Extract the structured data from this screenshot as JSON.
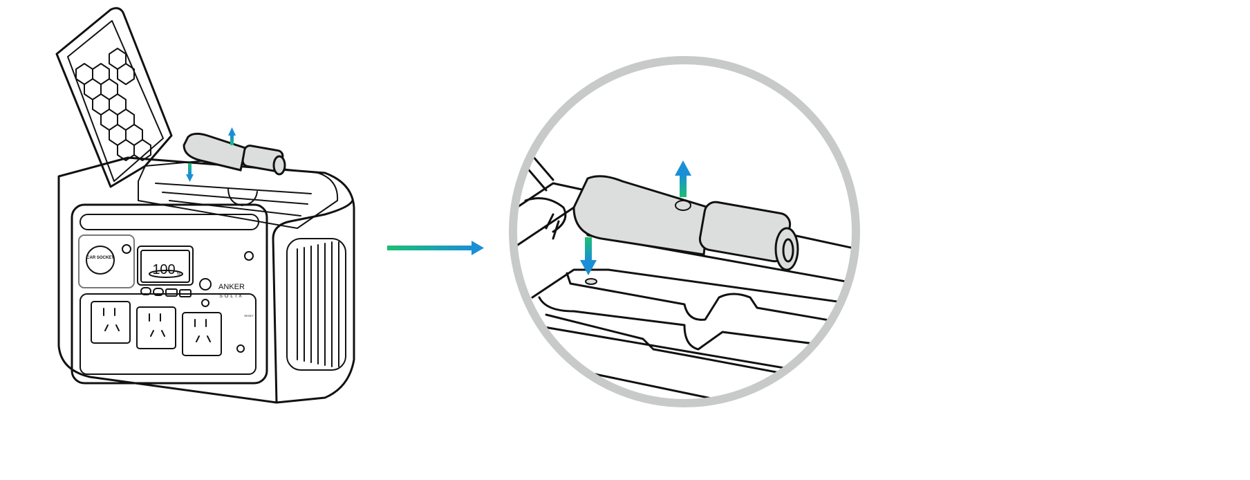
{
  "device": {
    "car_socket_label": "CAR SOCKET",
    "display_value": "100",
    "display_unit": "%",
    "brand_line1": "ANKER",
    "brand_line2": "SOLIX",
    "reset_label": "RESET"
  },
  "colors": {
    "arrow_green": "#1dbf73",
    "arrow_blue": "#1a8fd6",
    "magnifier_ring": "#c8c9c9",
    "handle_fill": "#dcdddd"
  }
}
